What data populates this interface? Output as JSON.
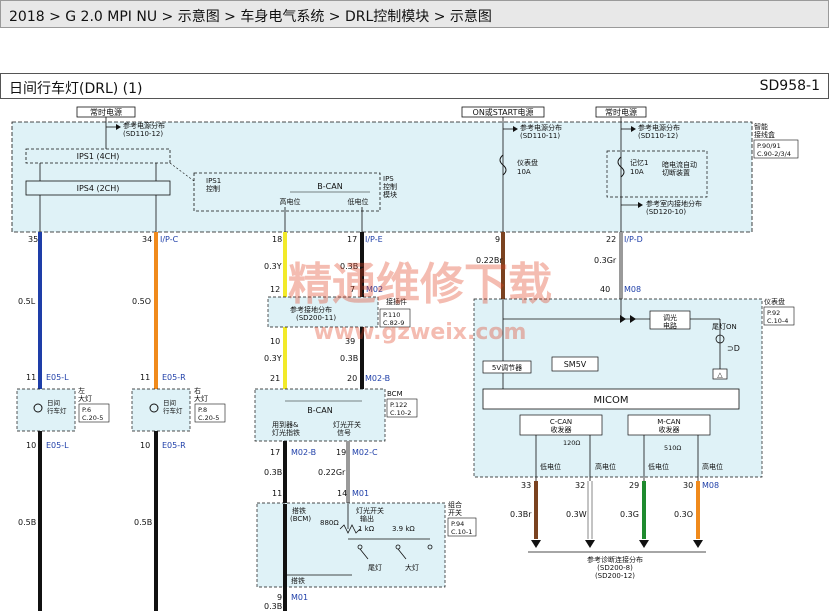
{
  "breadcrumb": {
    "text": "2018 > G 2.0 MPI NU > 示意图 > 车身电气系统 > DRL控制模块 > 示意图"
  },
  "header": {
    "title": "日间行车灯(DRL) (1)",
    "code": "SD958-1"
  },
  "power": {
    "always1": "常时电源",
    "on_start": "ON或START电源",
    "always2": "常时电源"
  },
  "junction_box": {
    "ref1": "参考电源分布",
    "ref1_page": "(SD110-12)",
    "ips1": "IPS1 (4CH)",
    "ips4": "IPS4 (2CH)",
    "ips1_ctrl_a": "IPS1",
    "ips1_ctrl_b": "控制",
    "bcan": "B-CAN",
    "high": "高电位",
    "low": "低电位",
    "ips_mod_a": "IPS",
    "ips_mod_b": "控制",
    "ips_mod_c": "模块",
    "ref2": "参考电源分布",
    "ref2_page": "(SD110-11)",
    "fuse1_a": "仪表盘",
    "fuse1_b": "10A",
    "ref3": "参考电源分布",
    "ref3_page": "(SD110-12)",
    "fuse2_a": "记忆1",
    "fuse2_b": "10A",
    "auto_cut_a": "暗电流自动",
    "auto_cut_b": "切断装置",
    "ref4": "参考室内接地分布",
    "ref4_page": "(SD120-10)",
    "name_a": "智能",
    "name_b": "接线盒",
    "ref_box_a": "P.90/91",
    "ref_box_b": "C.90-2/3/4"
  },
  "pins": {
    "p35": "35",
    "p34": "34",
    "ipc": "I/P-C",
    "p18": "18",
    "p17a": "17",
    "ipe": "I/P-E",
    "p9": "9",
    "p22": "22",
    "ipd": "I/P-D",
    "p11a": "11",
    "e05l_a": "E05-L",
    "p11b": "11",
    "e05r_a": "E05-R",
    "p10a": "10",
    "e05l_b": "E05-L",
    "p10b": "10",
    "e05r_b": "E05-R",
    "p12": "12",
    "p7": "7",
    "m02_a": "M02",
    "p10c": "10",
    "p39": "39",
    "p21": "21",
    "p20": "20",
    "m02b_a": "M02-B",
    "p40": "40",
    "m08_a": "M08",
    "p17b": "17",
    "m02b_b": "M02-B",
    "p19": "19",
    "m02c": "M02-C",
    "p11c": "11",
    "p14": "14",
    "m01_a": "M01",
    "p9b": "9",
    "m01_b": "M01",
    "p33": "33",
    "p32": "32",
    "p29": "29",
    "p30": "30",
    "m08_b": "M08"
  },
  "wires": {
    "w05l": "0.5L",
    "w05o": "0.5O",
    "w03y_a": "0.3Y",
    "w03b_a": "0.3B",
    "w022br": "0.22Br",
    "w03gr": "0.3Gr",
    "w03y_b": "0.3Y",
    "w03b_b": "0.3B",
    "w05b_a": "0.5B",
    "w05b_b": "0.5B",
    "w03b_c": "0.3B",
    "w022gr": "0.22Gr",
    "w03b_d": "0.3B",
    "w03br": "0.3Br",
    "w03w": "0.3W",
    "w03g": "0.3G",
    "w03o": "0.3O"
  },
  "connector": {
    "name": "接插件",
    "ref_a": "P.110",
    "ref_b": "C.82-9",
    "ref_c": "参考接地分布",
    "ref_d": "(SD200-11)"
  },
  "lamps": {
    "left_a": "左",
    "left_b": "大灯",
    "left_lamp_a": "日间",
    "left_lamp_b": "行车灯",
    "left_ref_a": "P.6",
    "left_ref_b": "C.20-5",
    "right_a": "右",
    "right_b": "大灯",
    "right_lamp_a": "日间",
    "right_lamp_b": "行车灯",
    "right_ref_a": "P.8",
    "right_ref_b": "C.20-5"
  },
  "bcm": {
    "name": "BCM",
    "bcan": "B-CAN",
    "low_beam_a": "用到器&",
    "low_beam_b": "灯光指铁",
    "switch_a": "灯光开关",
    "switch_b": "信号",
    "ref_a": "P.122",
    "ref_b": "C.10-2"
  },
  "multiswitch": {
    "name_a": "组合",
    "name_b": "开关",
    "ref_a": "P.94",
    "ref_b": "C.10-1",
    "ground_a": "搭铁",
    "ground_b": "(BCM)",
    "r880": "880Ω",
    "out_a": "灯光开关",
    "out_b": "输出",
    "r1k": "1 kΩ",
    "r39k": "3.9 kΩ",
    "tail": "尾灯",
    "head": "大灯",
    "ground_c": "搭铁"
  },
  "cluster": {
    "name": "仪表盘",
    "ref_a": "P.92",
    "ref_b": "C.10-4",
    "dimmer": "调光",
    "dimmer_b": "电路",
    "tail_on": "尾灯ON",
    "reg": "5V调节器",
    "sm5v": "SM5V",
    "micom": "MICOM",
    "ccan_a": "C-CAN",
    "ccan_b": "收发器",
    "r120": "120Ω",
    "mcan_a": "M-CAN",
    "mcan_b": "收发器",
    "r510": "510Ω",
    "low1": "低电位",
    "high1": "高电位",
    "low2": "低电位",
    "high2": "高电位"
  },
  "diag": {
    "ref": "参考诊断连接分布",
    "ref_a": "(SD200-8)",
    "ref_b": "(SD200-12)"
  },
  "watermark": {
    "cn": "精通维修下载",
    "url": "www.gzweix.com"
  },
  "colors": {
    "blue": "#1e3ea8",
    "orange": "#f08a1c",
    "yellow": "#f2ea2a",
    "brown": "#7a4220",
    "gray": "#9a9a9a",
    "green": "#1e8a2e",
    "black": "#111111",
    "box": "#dff2f7"
  }
}
